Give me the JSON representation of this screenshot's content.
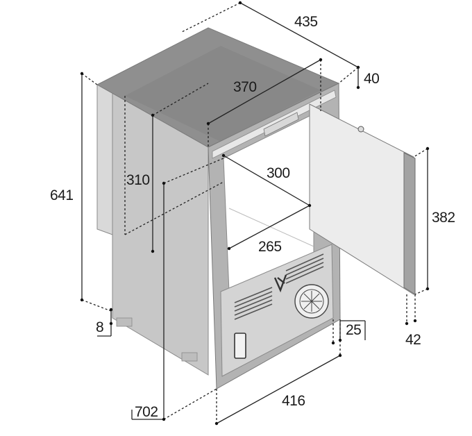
{
  "dimensions": {
    "depth_total": "435",
    "door_offset": "40",
    "inner_depth": "370",
    "height_total": "641",
    "inner_height": "310",
    "inner_width": "300",
    "inner_bottom_width": "265",
    "door_height": "382",
    "foot_height": "8",
    "front_depth": "25",
    "door_thickness": "42",
    "body_depth": "702",
    "width_total": "416"
  },
  "colors": {
    "body": "#c9c9c9",
    "body_dark": "#a9a9a9",
    "top": "#8e8e8e",
    "frame": "#b5b5b5",
    "door": "#ebebeb",
    "panel": "#d4d4d4"
  }
}
